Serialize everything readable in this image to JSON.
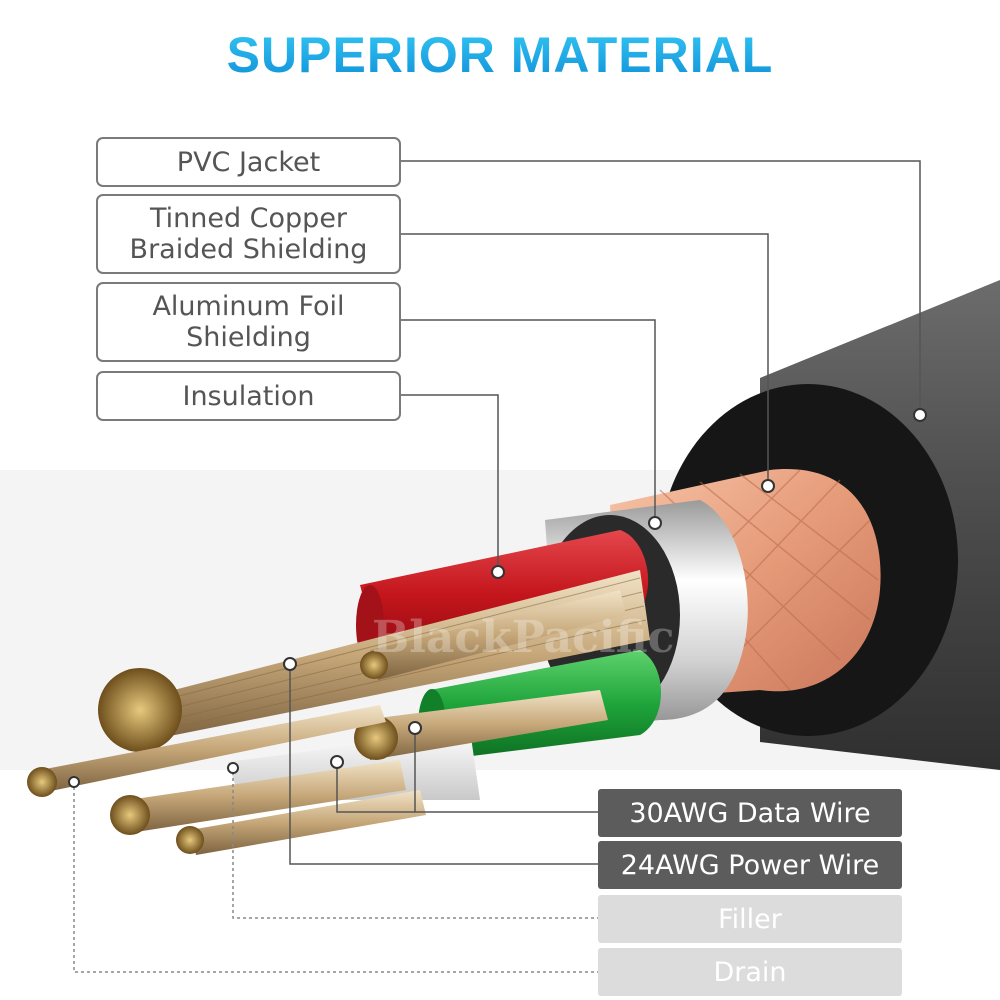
{
  "title": "SUPERIOR MATERIAL",
  "top_labels": [
    {
      "lines": [
        "PVC Jacket"
      ]
    },
    {
      "lines": [
        "Tinned Copper",
        "Braided Shielding"
      ]
    },
    {
      "lines": [
        "Aluminum Foil",
        "Shielding"
      ]
    },
    {
      "lines": [
        "Insulation"
      ]
    }
  ],
  "bottom_labels": [
    {
      "text": "30AWG Data Wire"
    },
    {
      "text": "24AWG Power Wire"
    },
    {
      "text": "Filler"
    },
    {
      "text": "Drain"
    }
  ],
  "watermark": "BlackPacific",
  "colors": {
    "title_gradient_top": "#36c9f4",
    "title_gradient_bottom": "#0e8fd8",
    "jacket": "#3a3a3a",
    "copper_braid": "#e9a183",
    "foil": "#d6d6d6",
    "red_insulation": "#c4151c",
    "green_insulation": "#1ea43a",
    "label_dark": "#5c5c5c",
    "label_light": "#dcdcdc"
  }
}
